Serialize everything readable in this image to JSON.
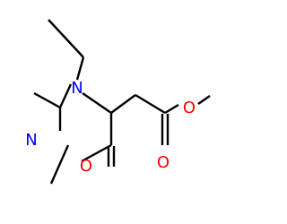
{
  "molecule": {
    "atoms": {
      "n_top": {
        "symbol": "N",
        "color": "#0000ff"
      },
      "n_bottom": {
        "symbol": "N",
        "color": "#0000ff"
      },
      "o_carbonyl_ring": {
        "symbol": "O",
        "color": "#ff0000"
      },
      "o_carbonyl_ester": {
        "symbol": "O",
        "color": "#ff0000"
      },
      "o_ester": {
        "symbol": "O",
        "color": "#ff0000"
      }
    }
  }
}
